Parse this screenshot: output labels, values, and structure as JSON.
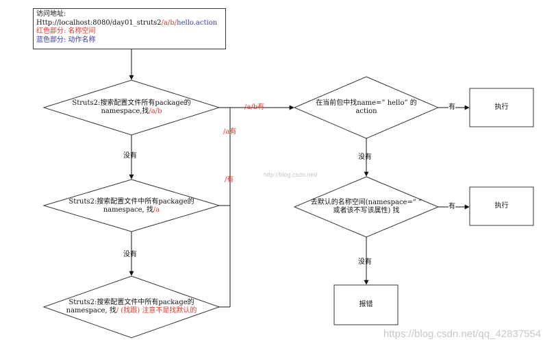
{
  "info": {
    "title": "访问地址:",
    "url_prefix": "Http://localhost:8080/day01_struts2",
    "url_ns": "/a/b/",
    "url_action": "hello.action",
    "red_note": "红色部分: 名称空间",
    "blue_note": "蓝色部分: 动作名称"
  },
  "d1": {
    "line1": "Struts2:搜索配置文件所有package的",
    "line2_prefix": "namespace,找",
    "line2_red": "/a/b"
  },
  "d2": {
    "line1": "Struts2:搜索配置文件中所有package的",
    "line2_prefix": "namespace, 找",
    "line2_red": "/a"
  },
  "d3": {
    "line1": "Struts2:搜索配置文件中所有package的",
    "line2_prefix": "namespace, 找",
    "line2_red": "/ (找跟) 注意不是找默认的"
  },
  "d4": {
    "line1": "在当前包中找name=” hello” 的",
    "line2": "action"
  },
  "d5": {
    "line1": "去默认的名称空间(namespace=” ”",
    "line2": "或者该不写该属性) 找"
  },
  "boxes": {
    "exec1": "执行",
    "exec2": "执行",
    "error": "报错"
  },
  "edges": {
    "no1": "没有",
    "no2": "没有",
    "no3": "没有",
    "no4": "没有",
    "has_ab": "/a/b有",
    "has_a": "/a有",
    "has_root": "/有",
    "has_exec1": "有",
    "has_exec2": "有"
  },
  "watermarks": {
    "center": "http://blog.csdn.net/",
    "corner": "https://blog.csdn.net/qq_42837554"
  }
}
